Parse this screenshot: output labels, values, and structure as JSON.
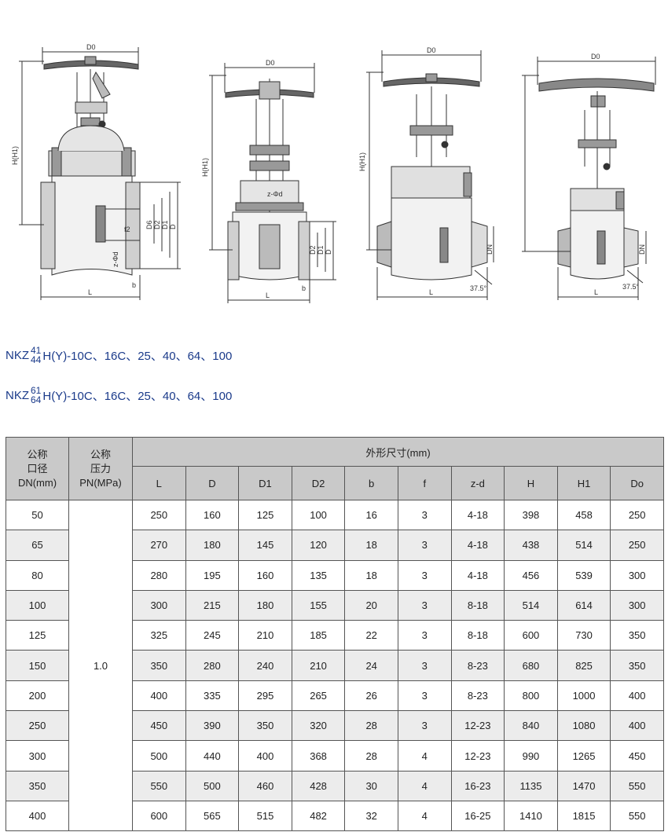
{
  "drawings": {
    "labels": {
      "d0": "D0",
      "h_h1": "H(H1)",
      "l": "L",
      "d": "D",
      "d1": "D1",
      "d2": "D2",
      "d6": "D6",
      "dn": "DN",
      "f2": "f2",
      "b": "b",
      "z_phi_d": "z-Φd",
      "angle": "37.5°"
    }
  },
  "models": [
    {
      "prefix": "NKZ",
      "top": "41",
      "bottom": "44",
      "suffix": "H(Y)-10C、16C、25、40、64、100"
    },
    {
      "prefix": "NKZ",
      "top": "61",
      "bottom": "64",
      "suffix": "H(Y)-10C、16C、25、40、64、100"
    }
  ],
  "table": {
    "dn_header": [
      "公称",
      "口径",
      "DN(mm)"
    ],
    "pn_header": [
      "公称",
      "压力",
      "PN(MPa)"
    ],
    "group_header": "外形尺寸(mm)",
    "columns": [
      "L",
      "D",
      "D1",
      "D2",
      "b",
      "f",
      "z-d",
      "H",
      "H1",
      "Do"
    ],
    "pn_value": "1.0",
    "rows": [
      {
        "dn": "50",
        "vals": [
          "250",
          "160",
          "125",
          "100",
          "16",
          "3",
          "4-18",
          "398",
          "458",
          "250"
        ]
      },
      {
        "dn": "65",
        "vals": [
          "270",
          "180",
          "145",
          "120",
          "18",
          "3",
          "4-18",
          "438",
          "514",
          "250"
        ]
      },
      {
        "dn": "80",
        "vals": [
          "280",
          "195",
          "160",
          "135",
          "18",
          "3",
          "4-18",
          "456",
          "539",
          "300"
        ]
      },
      {
        "dn": "100",
        "vals": [
          "300",
          "215",
          "180",
          "155",
          "20",
          "3",
          "8-18",
          "514",
          "614",
          "300"
        ]
      },
      {
        "dn": "125",
        "vals": [
          "325",
          "245",
          "210",
          "185",
          "22",
          "3",
          "8-18",
          "600",
          "730",
          "350"
        ]
      },
      {
        "dn": "150",
        "vals": [
          "350",
          "280",
          "240",
          "210",
          "24",
          "3",
          "8-23",
          "680",
          "825",
          "350"
        ]
      },
      {
        "dn": "200",
        "vals": [
          "400",
          "335",
          "295",
          "265",
          "26",
          "3",
          "8-23",
          "800",
          "1000",
          "400"
        ]
      },
      {
        "dn": "250",
        "vals": [
          "450",
          "390",
          "350",
          "320",
          "28",
          "3",
          "12-23",
          "840",
          "1080",
          "400"
        ]
      },
      {
        "dn": "300",
        "vals": [
          "500",
          "440",
          "400",
          "368",
          "28",
          "4",
          "12-23",
          "990",
          "1265",
          "450"
        ]
      },
      {
        "dn": "350",
        "vals": [
          "550",
          "500",
          "460",
          "428",
          "30",
          "4",
          "16-23",
          "1135",
          "1470",
          "550"
        ]
      },
      {
        "dn": "400",
        "vals": [
          "600",
          "565",
          "515",
          "482",
          "32",
          "4",
          "16-25",
          "1410",
          "1815",
          "550"
        ]
      }
    ]
  }
}
